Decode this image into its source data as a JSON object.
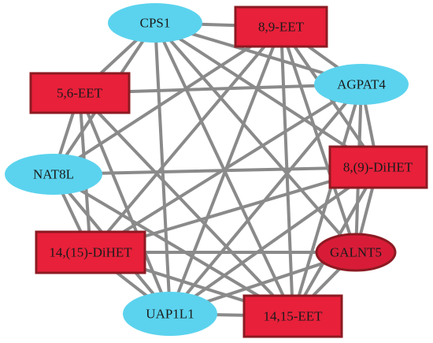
{
  "colors": {
    "gene_fill": "#5bd3ee",
    "metabolite_fill": "#e8203a",
    "metabolite_border": "#8c1a22",
    "edge": "#8a8a8a"
  },
  "nodes": [
    {
      "id": "cps1",
      "label": "CPS1",
      "kind": "gene"
    },
    {
      "id": "eet89",
      "label": "8,9-EET",
      "kind": "metabolite"
    },
    {
      "id": "eet56",
      "label": "5,6-EET",
      "kind": "metabolite"
    },
    {
      "id": "agpat4",
      "label": "AGPAT4",
      "kind": "gene"
    },
    {
      "id": "dihet89",
      "label": "8,(9)-DiHET",
      "kind": "metabolite"
    },
    {
      "id": "nat8l",
      "label": "NAT8L",
      "kind": "gene"
    },
    {
      "id": "dihet1415",
      "label": "14,(15)-DiHET",
      "kind": "metabolite"
    },
    {
      "id": "galnt5",
      "label": "GALNT5",
      "kind": "metabolite_ellipse"
    },
    {
      "id": "uap1l1",
      "label": "UAP1L1",
      "kind": "gene"
    },
    {
      "id": "eet1415",
      "label": "14,15-EET",
      "kind": "metabolite"
    }
  ],
  "edges": [
    [
      "cps1",
      "eet89"
    ],
    [
      "cps1",
      "eet56"
    ],
    [
      "cps1",
      "agpat4"
    ],
    [
      "cps1",
      "dihet89"
    ],
    [
      "cps1",
      "nat8l"
    ],
    [
      "cps1",
      "galnt5"
    ],
    [
      "cps1",
      "uap1l1"
    ],
    [
      "cps1",
      "eet1415"
    ],
    [
      "eet89",
      "agpat4"
    ],
    [
      "eet89",
      "dihet89"
    ],
    [
      "eet89",
      "nat8l"
    ],
    [
      "eet89",
      "dihet1415"
    ],
    [
      "eet89",
      "uap1l1"
    ],
    [
      "eet89",
      "eet1415"
    ],
    [
      "eet89",
      "galnt5"
    ],
    [
      "eet56",
      "agpat4"
    ],
    [
      "eet56",
      "nat8l"
    ],
    [
      "eet56",
      "dihet1415"
    ],
    [
      "eet56",
      "uap1l1"
    ],
    [
      "eet56",
      "eet1415"
    ],
    [
      "agpat4",
      "dihet89"
    ],
    [
      "agpat4",
      "galnt5"
    ],
    [
      "agpat4",
      "dihet1415"
    ],
    [
      "agpat4",
      "uap1l1"
    ],
    [
      "agpat4",
      "eet1415"
    ],
    [
      "dihet89",
      "galnt5"
    ],
    [
      "dihet89",
      "nat8l"
    ],
    [
      "dihet89",
      "dihet1415"
    ],
    [
      "dihet89",
      "uap1l1"
    ],
    [
      "dihet89",
      "eet1415"
    ],
    [
      "nat8l",
      "dihet1415"
    ],
    [
      "nat8l",
      "uap1l1"
    ],
    [
      "nat8l",
      "eet1415"
    ],
    [
      "dihet1415",
      "uap1l1"
    ],
    [
      "dihet1415",
      "galnt5"
    ],
    [
      "dihet1415",
      "eet1415"
    ],
    [
      "galnt5",
      "eet1415"
    ],
    [
      "galnt5",
      "uap1l1"
    ],
    [
      "uap1l1",
      "eet1415"
    ]
  ]
}
